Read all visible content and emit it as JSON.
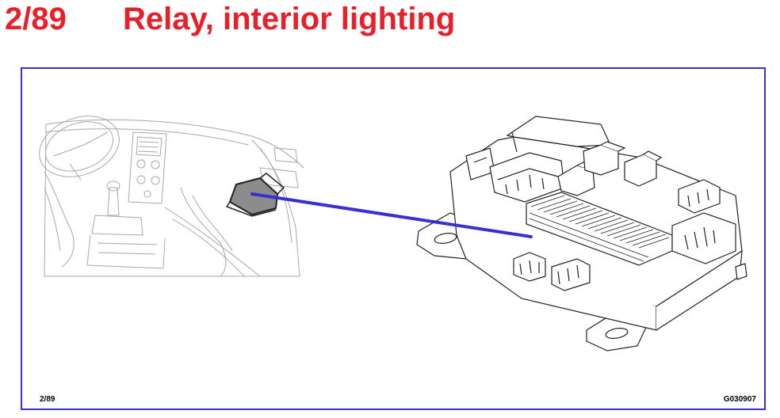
{
  "header": {
    "ref_number": "2/89",
    "title": "Relay, interior lighting"
  },
  "diagram": {
    "footer_ref": "2/89",
    "figure_code": "G030907"
  },
  "colors": {
    "title": "#e8202a",
    "frame": "#3a2fd0",
    "leader_line": "#3a2fd0",
    "sketch": "#a8a8a8",
    "part": "#222222",
    "highlight_fill": "#8c8c8c"
  }
}
